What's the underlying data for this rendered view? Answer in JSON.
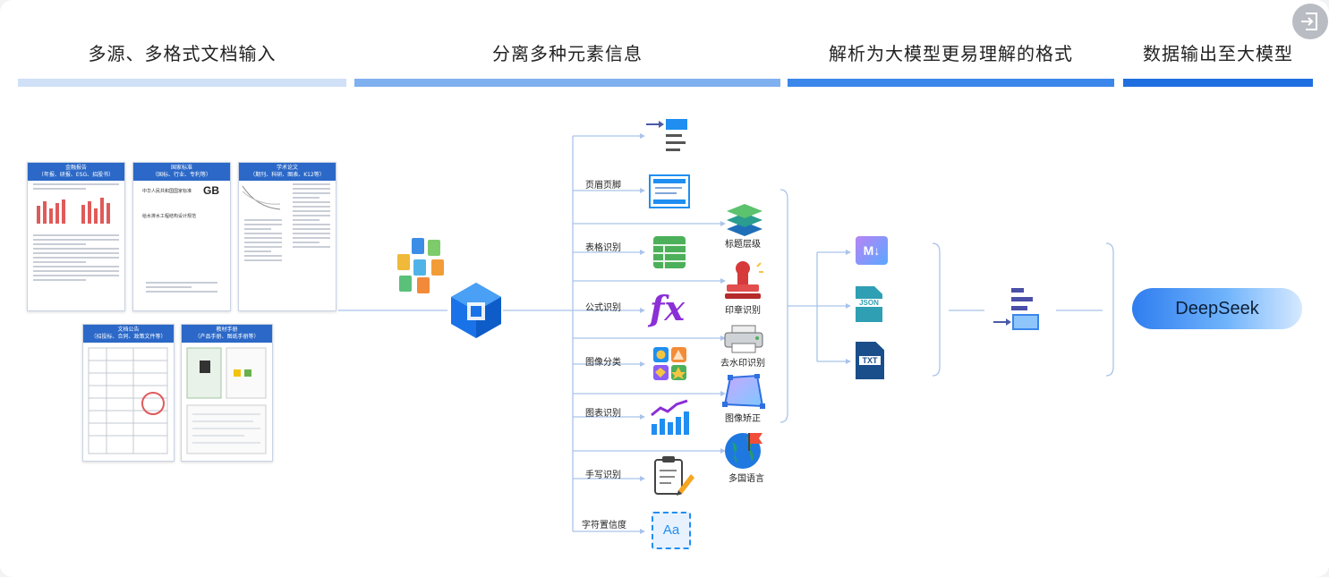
{
  "headers": {
    "input": "多源、多格式文档输入",
    "split": "分离多种元素信息",
    "parse": "解析为大模型更易理解的格式",
    "output": "数据输出至大模型"
  },
  "colors": {
    "bar1": "#cfe0f7",
    "bar2": "#7fb0ef",
    "bar3": "#3a86ea",
    "bar4": "#1f6fe0",
    "line": "#a9c3ea",
    "brand": "#2b68c7"
  },
  "docs": {
    "d1": {
      "title": "金融报告",
      "sub": "（年报、研报、ESG、招股书）"
    },
    "d2": {
      "title": "国家标准",
      "sub": "（国标、行业、专利等）"
    },
    "d3": {
      "title": "学术论文",
      "sub": "（期刊、科研、图表、K12等）"
    },
    "d4": {
      "title": "文档公告",
      "sub": "（招投标、合同、政策文件等）"
    },
    "d5": {
      "title": "教材手册",
      "sub": "（产品手册、图纸手册等）"
    },
    "gb_mark": "GB",
    "d2_line1": "中华人民共和国国家标准",
    "d2_line2": "给水排水工程结构设计规范"
  },
  "left_branch": {
    "items": [
      {
        "label": "页眉页脚",
        "icon": "header-footer-icon"
      },
      {
        "label": "表格识别",
        "icon": "table-icon"
      },
      {
        "label": "公式识别",
        "icon": "formula-icon"
      },
      {
        "label": "图像分类",
        "icon": "image-classify-icon"
      },
      {
        "label": "图表识别",
        "icon": "chart-icon"
      },
      {
        "label": "手写识别",
        "icon": "handwriting-icon"
      },
      {
        "label": "字符置信度",
        "icon": "char-confidence-icon"
      }
    ],
    "formula_glyph": "fx",
    "aa_glyph": "Aa"
  },
  "right_branch": {
    "items": [
      {
        "label": "标题层级",
        "icon": "layers-icon"
      },
      {
        "label": "印章识别",
        "icon": "stamp-icon"
      },
      {
        "label": "去水印识别",
        "icon": "watermark-icon"
      },
      {
        "label": "图像矫正",
        "icon": "image-correction-icon"
      },
      {
        "label": "多国语言",
        "icon": "globe-icon"
      }
    ]
  },
  "formats": {
    "md": "M↓",
    "json": "JSON",
    "txt": "TXT"
  },
  "output": {
    "label": "DeepSeek"
  }
}
